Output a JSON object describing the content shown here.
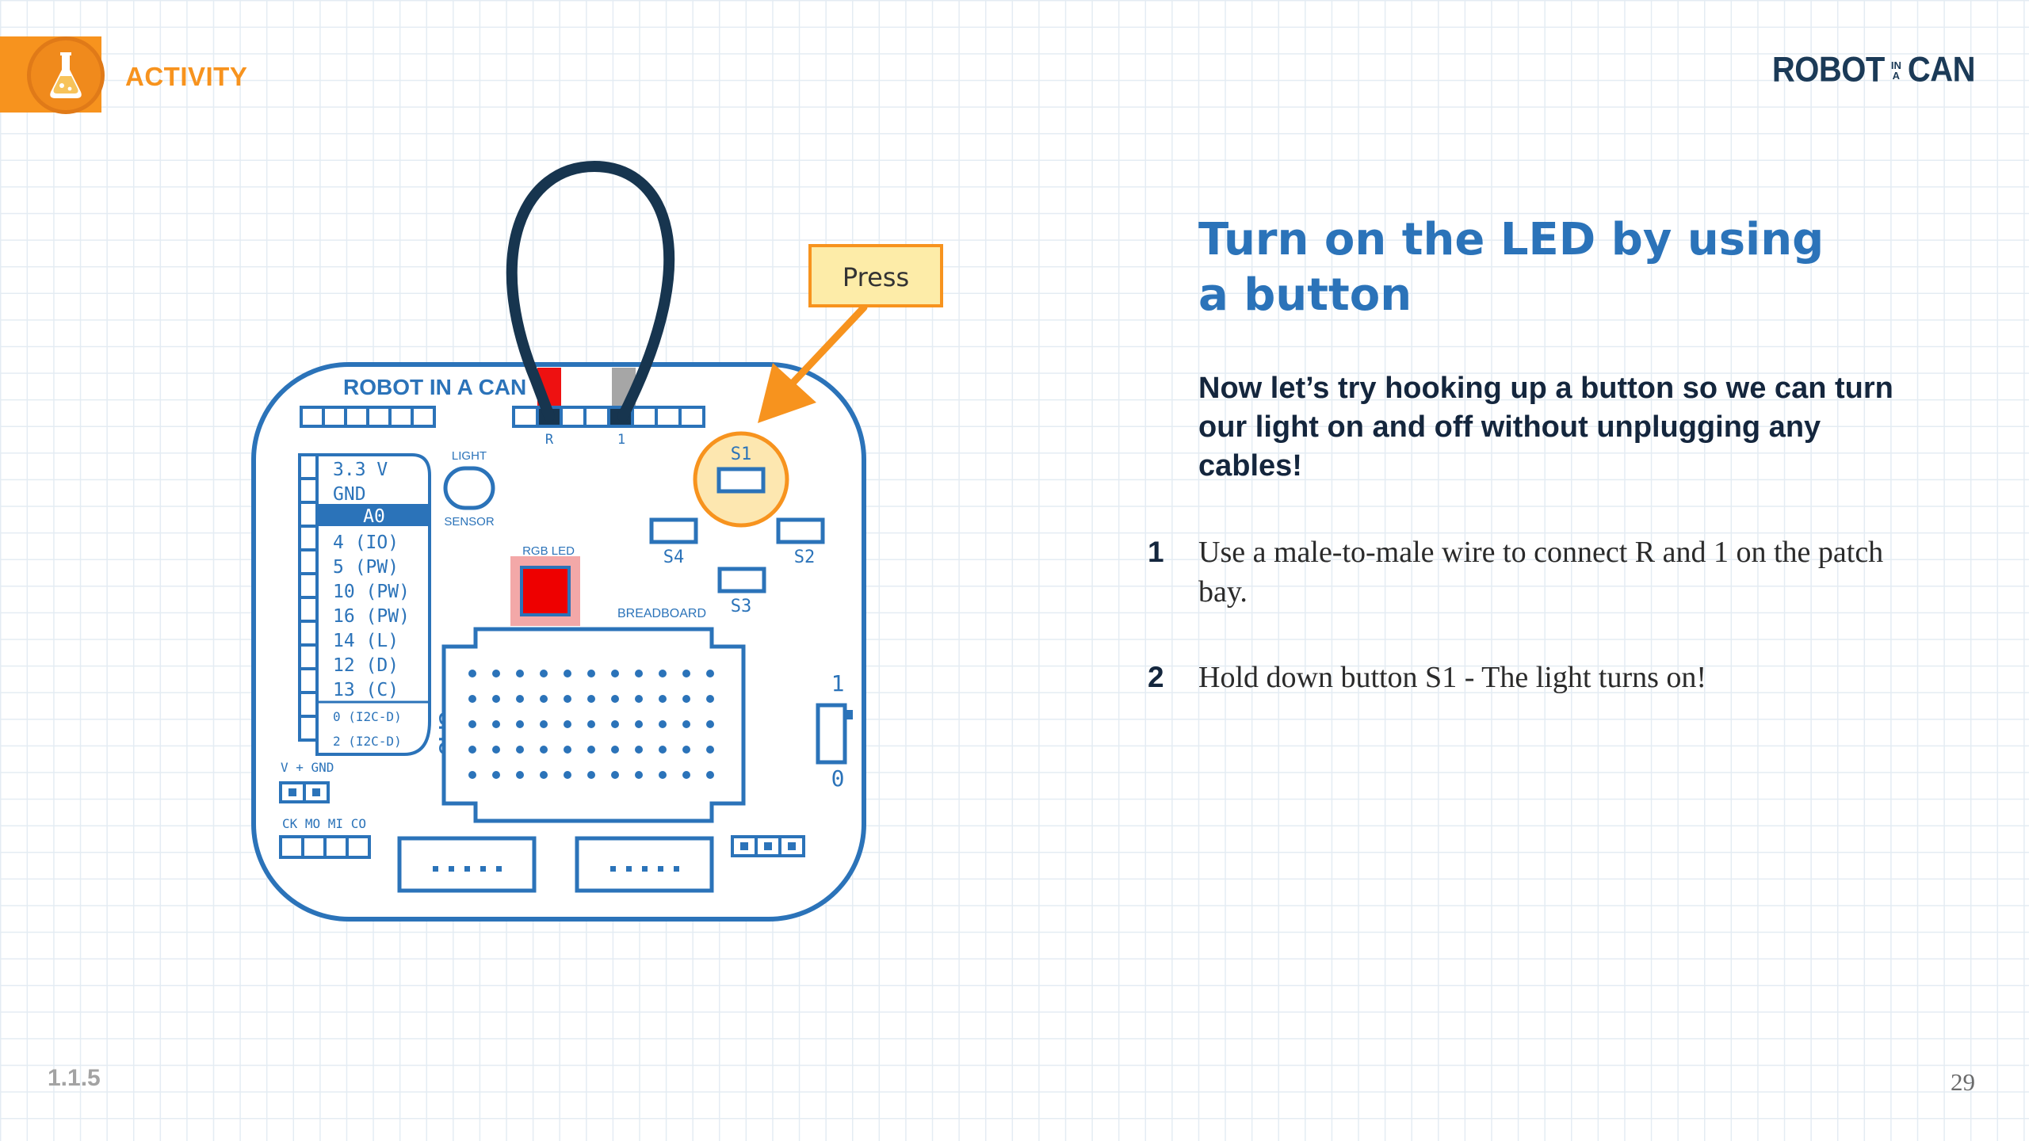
{
  "header": {
    "section_label": "ACTIVITY",
    "section_icon": "flask-icon",
    "brand": {
      "word1": "ROBOT",
      "mini_top": "IN",
      "mini_bottom": "A",
      "word2": "CAN"
    }
  },
  "colors": {
    "accent_orange": "#f7931e",
    "board_blue": "#2b73b9",
    "wire_navy": "#17354f",
    "heading_blue": "#2b73b9",
    "led_red": "#ee0000"
  },
  "diagram": {
    "callout": "Press",
    "board_title": "ROBOT IN A CAN",
    "patch_labels": [
      "R",
      "1"
    ],
    "gpio_label": "GPIO",
    "gpio_pins": [
      "3.3 V",
      "GND",
      "A0",
      "4 (IO)",
      "5 (PW)",
      "10 (PW)",
      "16 (PW)",
      "14 (L)",
      "12 (D)",
      "13 (C)",
      "0 (I2C-D)",
      "2 (I2C-D)"
    ],
    "highlighted_pin": "A0",
    "light_sensor_top": "LIGHT",
    "light_sensor_bottom": "SENSOR",
    "rgb_led_label": "RGB LED",
    "breadboard_label": "BREADBOARD",
    "buttons": [
      "S1",
      "S2",
      "S3",
      "S4"
    ],
    "switch_top": "1",
    "switch_bottom": "0",
    "power_label": "V + GND",
    "spi_label": "CK MO MI CO"
  },
  "content": {
    "title_line1": "Turn on the LED by using",
    "title_line2": "a button",
    "intro": "Now let’s try hooking up a button so we can turn our light on and off without unplugging any cables!",
    "steps": [
      {
        "number": "1",
        "text": "Use a male-to-male wire to connect R and 1 on the patch bay."
      },
      {
        "number": "2",
        "text": "Hold down button S1 - The light turns on!"
      }
    ]
  },
  "footer": {
    "section_number": "1.1.5",
    "page_number": "29"
  }
}
